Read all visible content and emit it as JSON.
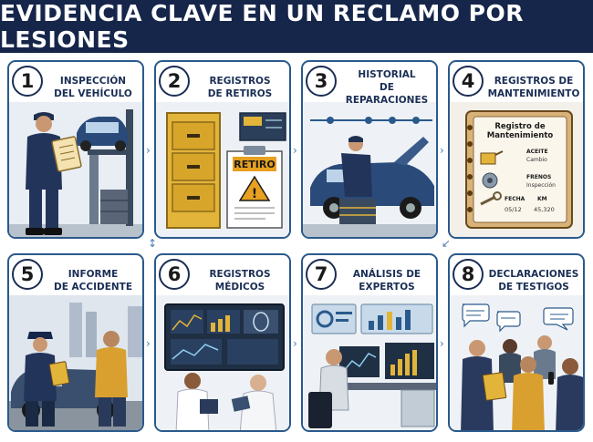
{
  "header": {
    "title": "EVIDENCIA CLAVE EN UN RECLAMO POR LESIONES"
  },
  "panels": [
    {
      "number": "1",
      "title_line1": "INSPECCIÓN",
      "title_line2": "DEL VEHÍCULO"
    },
    {
      "number": "2",
      "title_line1": "REGISTROS",
      "title_line2": "DE RETIROS"
    },
    {
      "number": "3",
      "title_line1": "HISTORIAL",
      "title_line2": "DE REPARACIONES"
    },
    {
      "number": "4",
      "title_line1": "REGISTROS DE",
      "title_line2": "MANTENIMIENTO"
    },
    {
      "number": "5",
      "title_line1": "INFORME",
      "title_line2": "DE ACCIDENTE"
    },
    {
      "number": "6",
      "title_line1": "REGISTROS",
      "title_line2": "MÉDICOS"
    },
    {
      "number": "7",
      "title_line1": "ANÁLISIS DE",
      "title_line2": "EXPERTOS"
    },
    {
      "number": "8",
      "title_line1": "DECLARACIONES",
      "title_line2": "DE TESTIGOS"
    }
  ],
  "recall_sign": {
    "label": "RETIRO"
  },
  "maintenance_log": {
    "heading_line1": "Registro de",
    "heading_line2": "Mantenimiento",
    "oil_label": "ACEITE",
    "oil_sub": "Cambio",
    "brakes_label": "FRENOS",
    "brakes_sub": "Inspección",
    "date_label": "FECHA",
    "date_value": "05/12",
    "km_label": "KM",
    "km_value": "45,320"
  },
  "colors": {
    "header_bg": "#16264a",
    "panel_border": "#2a5a8c",
    "navy": "#1a2e55",
    "accent_yellow": "#e2b43a",
    "warning_orange": "#e8a020"
  }
}
